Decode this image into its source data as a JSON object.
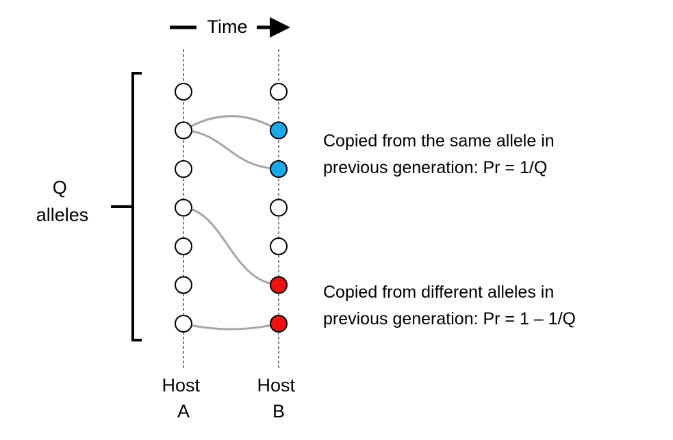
{
  "time_label": "Time",
  "group_label": {
    "line1": "Q",
    "line2": "alleles"
  },
  "hosts": [
    {
      "line1": "Host",
      "line2": "A"
    },
    {
      "line1": "Host",
      "line2": "B"
    }
  ],
  "annotations": [
    {
      "line1": "Copied from the same allele in",
      "line2": "previous generation: Pr = 1/Q"
    },
    {
      "line1": "Copied from different alleles in",
      "line2": "previous generation: Pr = 1 – 1/Q"
    }
  ],
  "alleles_host_a": [
    "white",
    "white",
    "white",
    "white",
    "white",
    "white",
    "white"
  ],
  "alleles_host_b": [
    "white",
    "blue",
    "blue",
    "white",
    "white",
    "red",
    "red"
  ],
  "colors": {
    "white": "#ffffff",
    "blue": "#1aa9e8",
    "red": "#ee1111",
    "link": "#a6a6a6",
    "outline": "#000000"
  },
  "links": [
    {
      "from": 2,
      "to": 2
    },
    {
      "from": 2,
      "to": 3
    },
    {
      "from": 4,
      "to": 6
    },
    {
      "from": 7,
      "to": 7
    }
  ]
}
